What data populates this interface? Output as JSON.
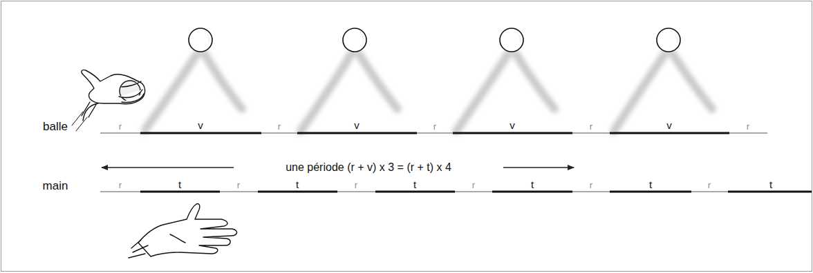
{
  "diagram": {
    "labels": [
      "balle",
      "r",
      "v",
      "r",
      "v",
      "r",
      "v",
      "r",
      "v",
      "r",
      "une période (r + v) x 3 = (r + t) x 4",
      "main",
      "r",
      "t",
      "r",
      "t",
      "r",
      "t",
      "r",
      "t",
      "r",
      "t",
      "r",
      "t"
    ]
  }
}
